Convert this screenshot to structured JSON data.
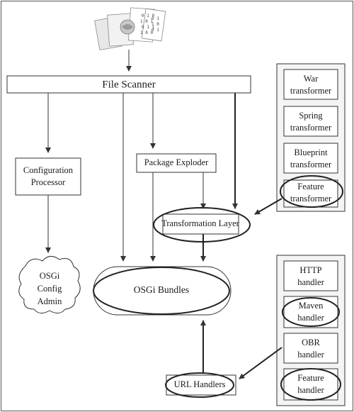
{
  "file_scanner": {
    "label": "File Scanner"
  },
  "configuration_processor": {
    "line1": "Configuration",
    "line2": "Processor"
  },
  "package_exploder": {
    "label": "Package Exploder"
  },
  "transformation_layer": {
    "label": "Transformation Layer"
  },
  "osgi_config_admin": {
    "line1": "OSGi",
    "line2": "Config",
    "line3": "Admin"
  },
  "osgi_bundles": {
    "label": "OSGi Bundles"
  },
  "url_handlers": {
    "label": "URL Handlers"
  },
  "transformers": [
    {
      "line1": "War",
      "line2": "transformer"
    },
    {
      "line1": "Spring",
      "line2": "transformer"
    },
    {
      "line1": "Blueprint",
      "line2": "transformer"
    },
    {
      "line1": "Feature",
      "line2": "transformer"
    }
  ],
  "handlers": [
    {
      "line1": "HTTP",
      "line2": "handler"
    },
    {
      "line1": "Maven",
      "line2": "handler"
    },
    {
      "line1": "OBR",
      "line2": "handler"
    },
    {
      "line1": "Feature",
      "line2": "handler"
    }
  ],
  "colors": {
    "stroke": "#333333",
    "panel": "#f4f4f4",
    "background": "#ffffff"
  }
}
